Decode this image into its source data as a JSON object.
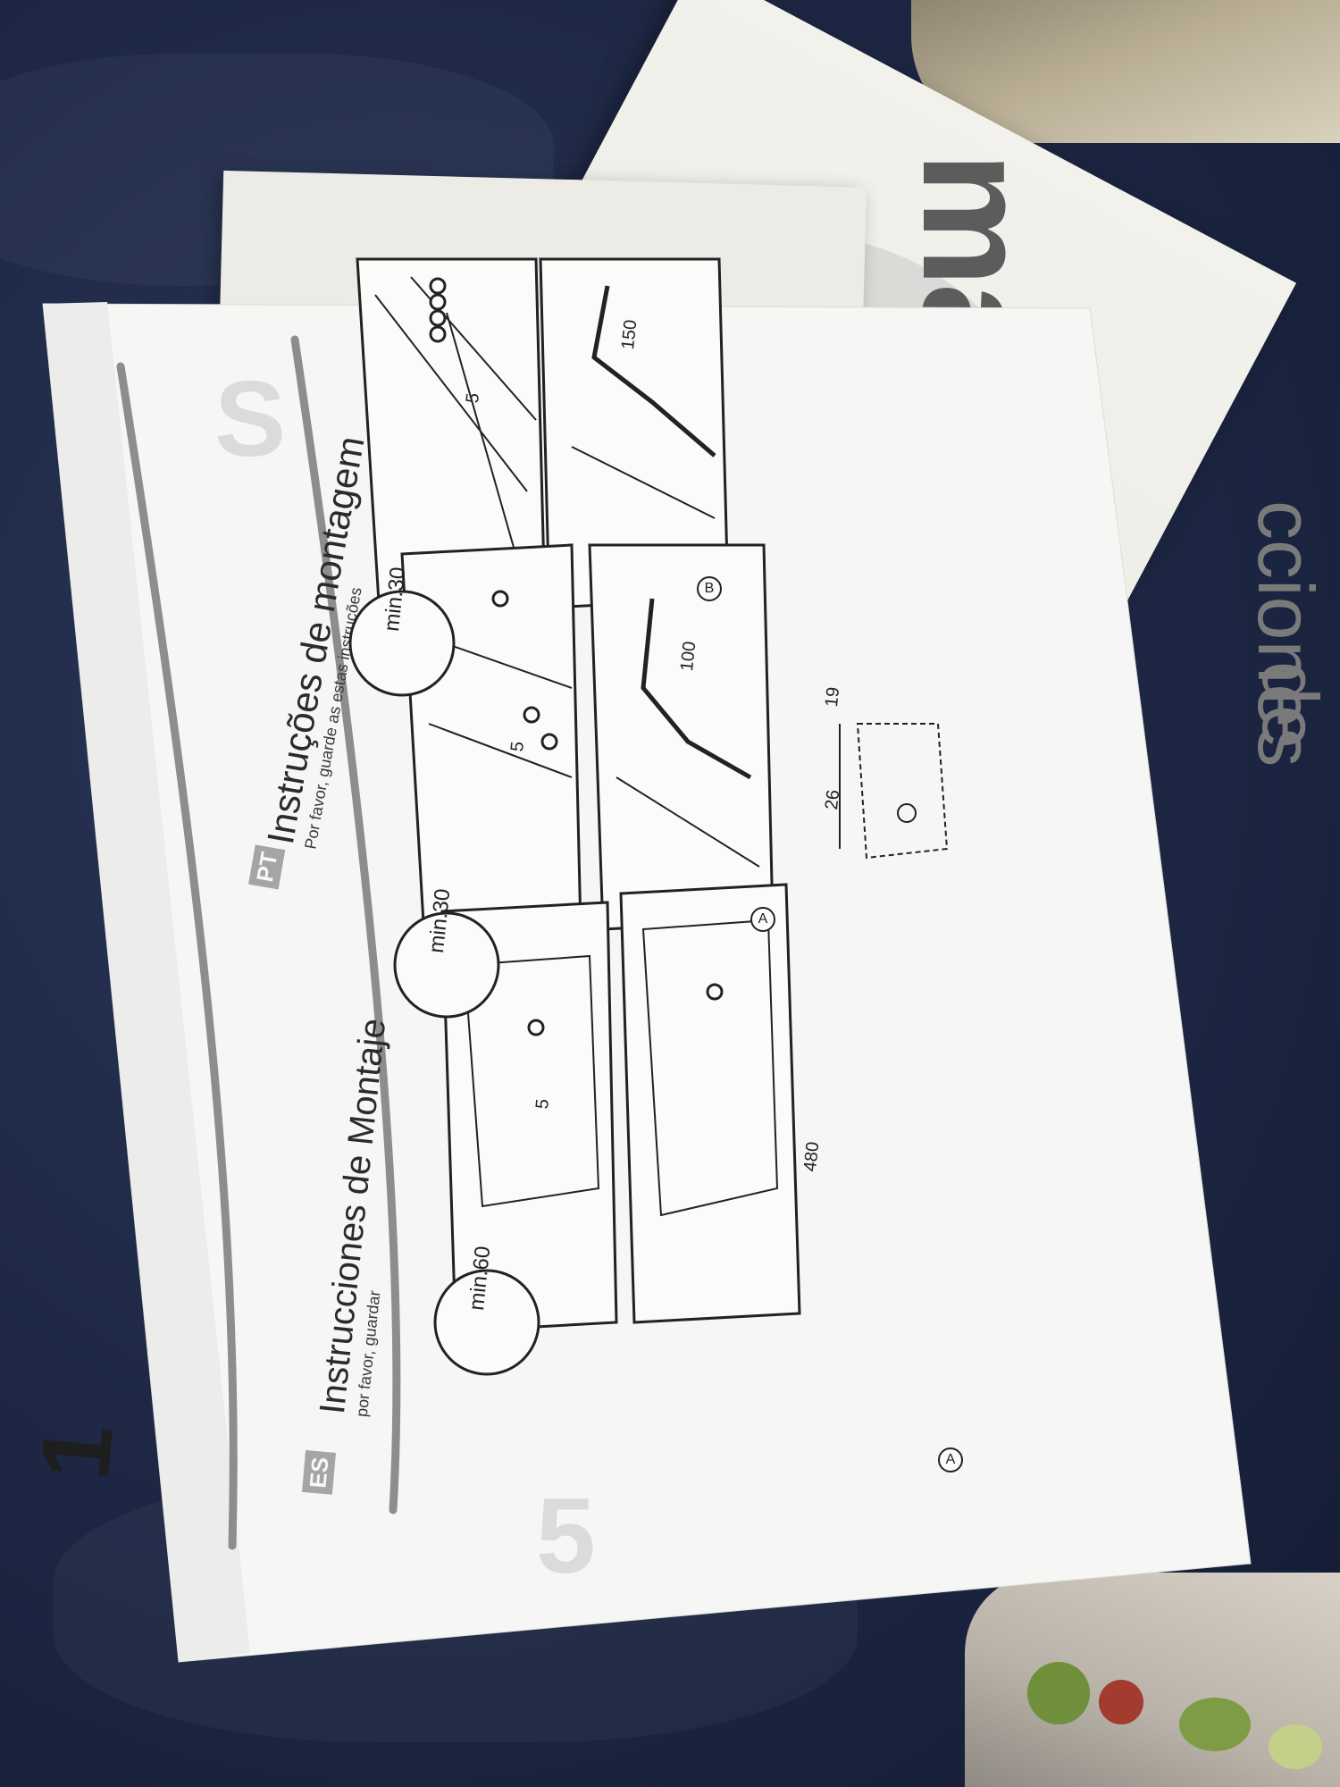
{
  "background": {
    "fabric_color": "#1f2a48"
  },
  "manual_cover": {
    "word": "manual",
    "subtitle": "cciones",
    "corner_text": "de"
  },
  "sheet": {
    "step_number": "1",
    "es": {
      "tag": "ES",
      "title": "Instrucciones de Montaje",
      "subtitle": "por favor, guardar"
    },
    "pt": {
      "tag": "PT",
      "title": "Instruções de montagem",
      "subtitle": "Por favor, guarde as estas instruções"
    },
    "panels": {
      "col1": {
        "detail_label": "min.60",
        "gap_label": "5",
        "depth_label": "480"
      },
      "col2": {
        "detail_label": "min.30",
        "gap_label": "5",
        "depth_label": "100",
        "variant": "A"
      },
      "col3": {
        "detail_label": "min.30",
        "gap_label": "5",
        "depth_label": "150",
        "variant": "B"
      },
      "dims": {
        "a": "26",
        "b": "19"
      },
      "corner_variant": "A"
    }
  }
}
